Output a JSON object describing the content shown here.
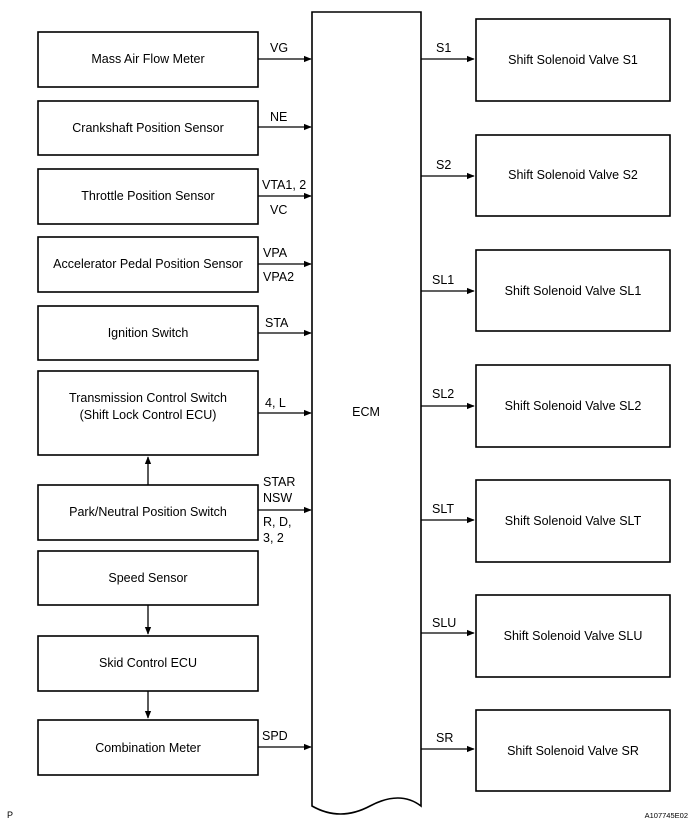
{
  "ecm_label": "ECM",
  "inputs": [
    {
      "label": "Mass Air Flow Meter",
      "signal": "VG"
    },
    {
      "label": "Crankshaft Position Sensor",
      "signal": "NE"
    },
    {
      "label": "Throttle Position Sensor",
      "signal_a": "VTA1, 2",
      "signal_b": "VC"
    },
    {
      "label": "Accelerator Pedal Position Sensor",
      "signal_a": "VPA",
      "signal_b": "VPA2"
    },
    {
      "label": "Ignition Switch",
      "signal": "STA"
    },
    {
      "label_line1": "Transmission Control Switch",
      "label_line2": "(Shift Lock Control ECU)",
      "signal": "4, L"
    },
    {
      "label": "Park/Neutral Position Switch",
      "signal_1": "STAR",
      "signal_2": "NSW",
      "signal_3": "R, D,",
      "signal_4": "3, 2"
    },
    {
      "label": "Speed Sensor"
    },
    {
      "label": "Skid Control ECU"
    },
    {
      "label": "Combination Meter",
      "signal": "SPD"
    }
  ],
  "outputs": [
    {
      "label": "Shift Solenoid Valve S1",
      "signal": "S1"
    },
    {
      "label": "Shift Solenoid Valve S2",
      "signal": "S2"
    },
    {
      "label": "Shift Solenoid Valve SL1",
      "signal": "SL1"
    },
    {
      "label": "Shift Solenoid Valve SL2",
      "signal": "SL2"
    },
    {
      "label": "Shift Solenoid Valve SLT",
      "signal": "SLT"
    },
    {
      "label": "Shift Solenoid Valve SLU",
      "signal": "SLU"
    },
    {
      "label": "Shift Solenoid Valve SR",
      "signal": "SR"
    }
  ],
  "corner_left": "P",
  "corner_right": "A107745E02"
}
